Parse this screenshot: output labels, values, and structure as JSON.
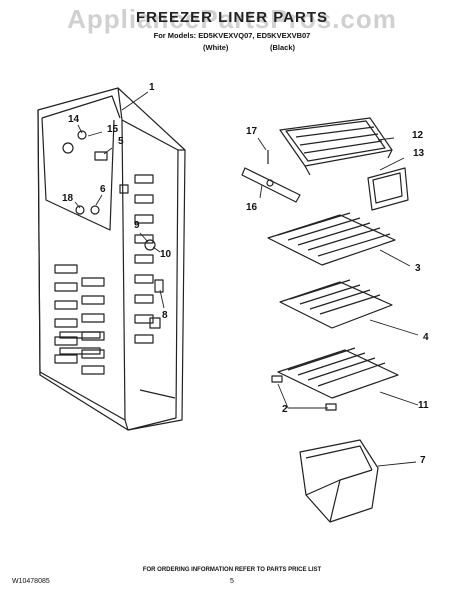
{
  "watermark": "AppliancePartsPros.com",
  "header": {
    "title": "FREEZER LINER PARTS",
    "models_line": "For Models: ED5KVEXVQ07, ED5KVEXVB07",
    "color_white": "(White)",
    "color_black": "(Black)"
  },
  "callouts": {
    "c1": "1",
    "c2": "2",
    "c3": "3",
    "c4": "4",
    "c5": "5",
    "c6": "6",
    "c7": "7",
    "c8": "8",
    "c9": "9",
    "c10": "10",
    "c11": "11",
    "c12": "12",
    "c13": "13",
    "c14": "14",
    "c15": "15",
    "c16": "16",
    "c17": "17",
    "c18": "18"
  },
  "footer": {
    "ordering_note": "FOR ORDERING INFORMATION REFER TO PARTS PRICE LIST",
    "doc_number": "W10478085",
    "page_number": "5"
  }
}
